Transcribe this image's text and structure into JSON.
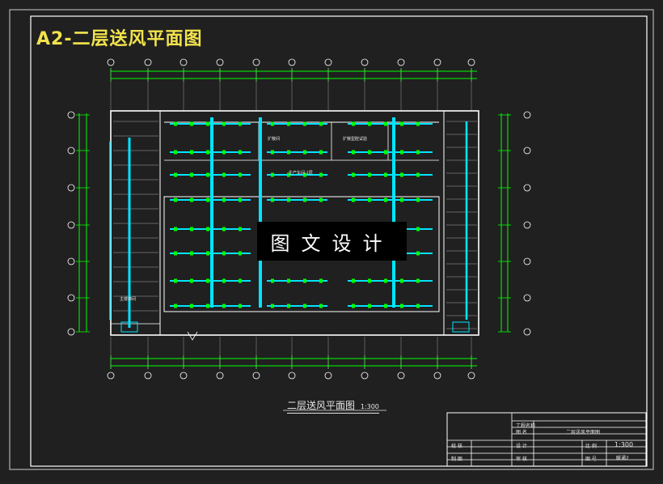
{
  "drawing": {
    "title": "A2-二层送风平面图",
    "caption": "二层送风平面图",
    "caption_scale": "1:300",
    "watermark": "图文设计"
  },
  "title_block": {
    "project_label": "工程名称",
    "drawing_name_label": "图 名",
    "drawing_name_value": "二层送风平面图",
    "design_label": "设 计",
    "scale_label": "比 例",
    "scale_value": "1:300",
    "check_label": "审 核",
    "number_label": "图 号",
    "number_value": "暖通2",
    "proofread_label": "校 核",
    "drawn_label": "制 图"
  },
  "room_labels": {
    "room_1": "扩散间",
    "room_2": "扩散型腔试验",
    "room_3": "生产车间 1层",
    "room_4": "主楼梯间"
  },
  "colors": {
    "background": "#202020",
    "frame": "#ffffff",
    "title": "#f2e34c",
    "dim_lines": "#00ff00",
    "ducts": "#00e5ff",
    "walls": "#ffffff"
  }
}
